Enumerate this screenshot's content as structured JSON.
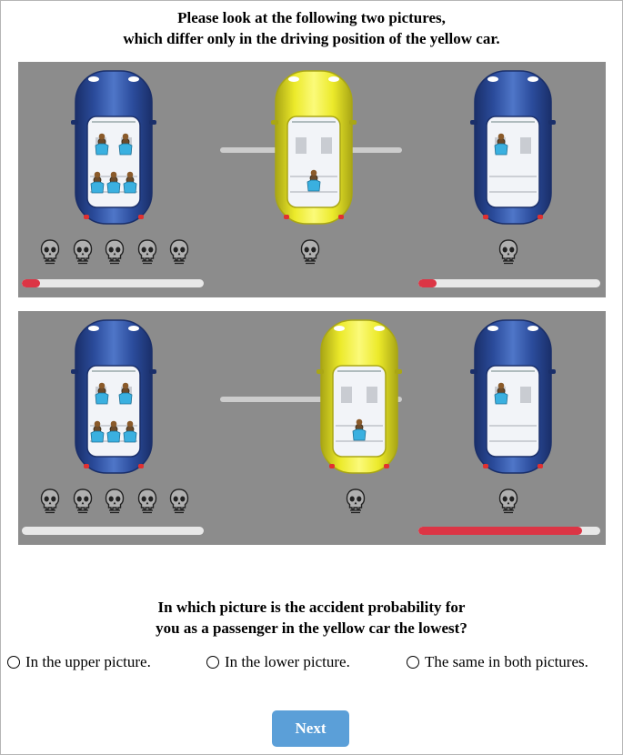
{
  "title": {
    "line1": "Please look at the following two pictures,",
    "line2": "which differ only in the driving position of the yellow car."
  },
  "scenes": [
    {
      "name": "upper",
      "yellow_car": "center lane, between blue cars",
      "cars": [
        {
          "role": "left-blue-car",
          "color": "#2a4a9a",
          "passengers": 5,
          "skulls": 5,
          "bar_fill": 0.1
        },
        {
          "role": "yellow-car",
          "color": "#f2ee2c",
          "passengers": 1,
          "skulls": 1,
          "bar_fill": null
        },
        {
          "role": "right-blue-car",
          "color": "#2a4a9a",
          "passengers": 1,
          "skulls": 1,
          "bar_fill": 0.1
        }
      ]
    },
    {
      "name": "lower",
      "yellow_car": "shifted right, closer to right blue car",
      "cars": [
        {
          "role": "left-blue-car",
          "color": "#2a4a9a",
          "passengers": 5,
          "skulls": 5,
          "bar_fill": 0.0
        },
        {
          "role": "yellow-car",
          "color": "#f2ee2c",
          "passengers": 1,
          "skulls": 1,
          "bar_fill": null
        },
        {
          "role": "right-blue-car",
          "color": "#2a4a9a",
          "passengers": 1,
          "skulls": 1,
          "bar_fill": 0.9
        }
      ]
    }
  ],
  "question": {
    "line1": "In which picture is the accident probability for",
    "line2": "you as a passenger in the yellow car the lowest?"
  },
  "options": [
    {
      "label": "In the upper picture."
    },
    {
      "label": "In the lower picture."
    },
    {
      "label": "The same in both pictures."
    }
  ],
  "next_button": "Next",
  "colors": {
    "road": "#8c8c8c",
    "bar_fill": "#dc3545",
    "button": "#5b9fd8"
  }
}
